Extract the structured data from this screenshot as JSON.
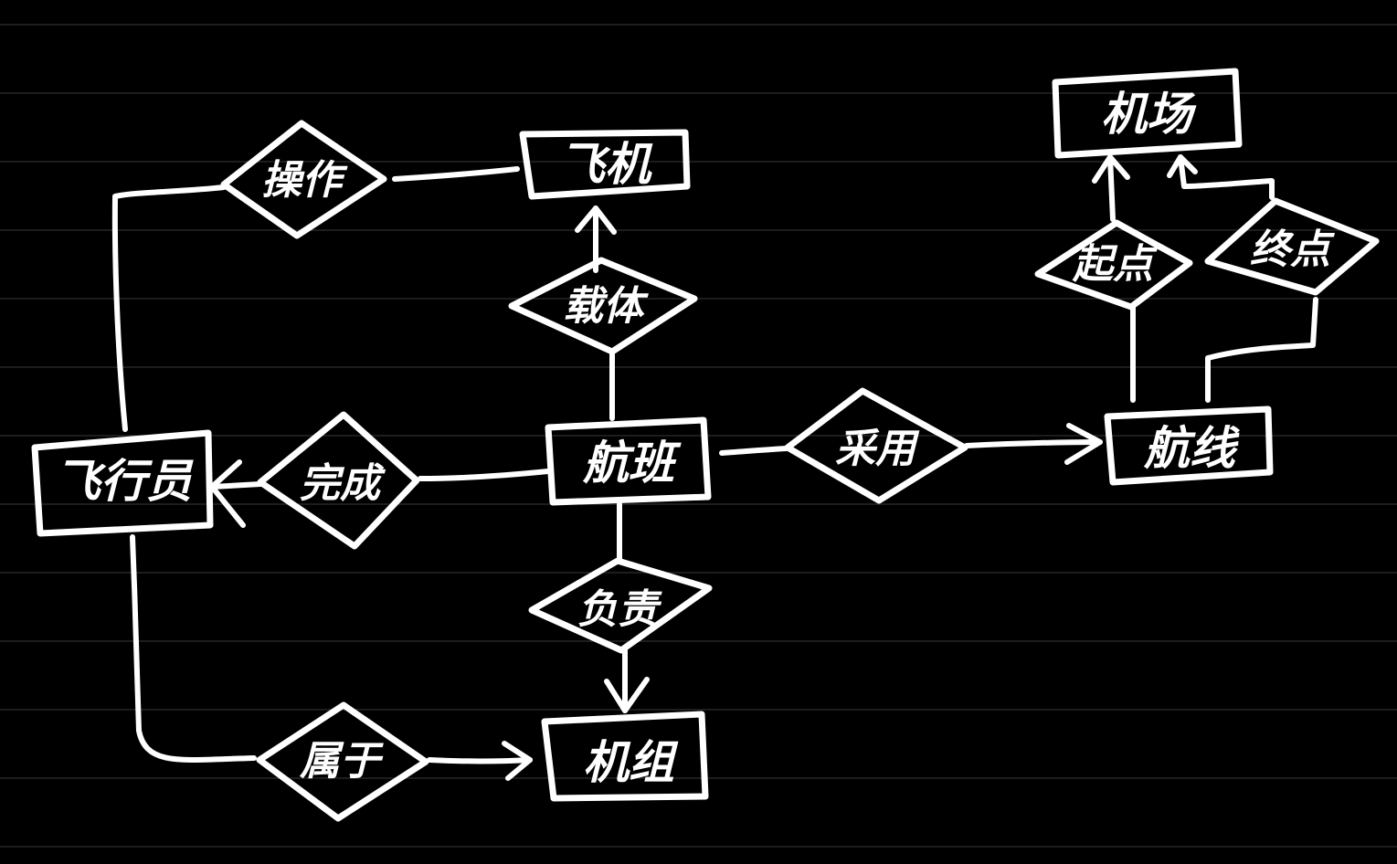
{
  "entities": {
    "aircraft": "飞机",
    "airport": "机场",
    "pilot": "飞行员",
    "flight": "航班",
    "route": "航线",
    "crew": "机组"
  },
  "relationships": {
    "operate": "操作",
    "carrier": "载体",
    "start_point": "起点",
    "end_point": "终点",
    "complete": "完成",
    "adopt": "采用",
    "responsible": "负责",
    "belong_to": "属于"
  }
}
